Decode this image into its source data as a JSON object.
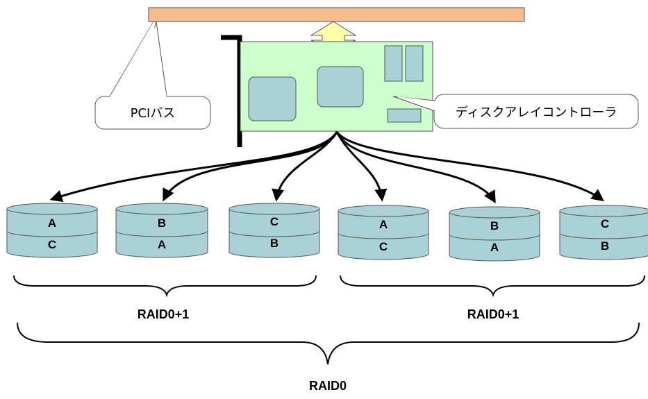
{
  "bus_label": "PCIバス",
  "controller_label": "ディスクアレイコントローラ",
  "disks": [
    {
      "top": "A",
      "bottom": "C"
    },
    {
      "top": "B",
      "bottom": "A"
    },
    {
      "top": "C",
      "bottom": "B"
    },
    {
      "top": "A",
      "bottom": "C"
    },
    {
      "top": "B",
      "bottom": "A"
    },
    {
      "top": "C",
      "bottom": "B"
    }
  ],
  "groups": [
    {
      "label": "RAID0+1"
    },
    {
      "label": "RAID0+1"
    }
  ],
  "outer_group_label": "RAID0",
  "colors": {
    "bus": "#f4bc8c",
    "card": "#ccffcc",
    "chip": "#a9d1d6",
    "disk": "#a9d1d6",
    "arrow_fill": "#ffffa8",
    "callout": "#ffffff"
  }
}
